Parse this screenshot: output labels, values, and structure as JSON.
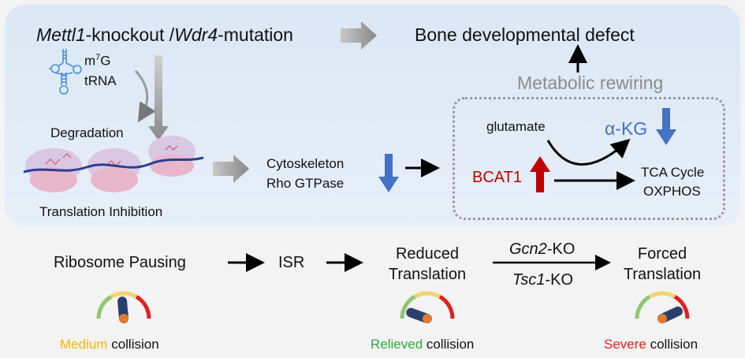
{
  "top": {
    "cause_gene1": "Mettl1",
    "cause_mid": "-knockout /",
    "cause_gene2": "Wdr4",
    "cause_end": "-mutation",
    "outcome": "Bone developmental defect",
    "trna_label_base": "m",
    "trna_label_sup": "7",
    "trna_label_rest": "G",
    "trna_label2": "tRNA",
    "degradation": "Degradation",
    "translation_inhibition": "Translation Inhibition",
    "cytoskeleton": "Cytoskeleton",
    "rho": "Rho GTPase",
    "metabolic_rewiring": "Metabolic rewiring",
    "glutamate": "glutamate",
    "akg": "α-KG",
    "bcat1": "BCAT1",
    "tca": "TCA Cycle",
    "oxphos": "OXPHOS"
  },
  "bottom": {
    "ribosome_pausing": "Ribosome Pausing",
    "isr": "ISR",
    "reduced_line1": "Reduced",
    "reduced_line2": "Translation",
    "gcn2_gene": "Gcn2",
    "gcn2_suffix": "-KO",
    "tsc1_gene": "Tsc1",
    "tsc1_suffix": "-KO",
    "forced_line1": "Forced",
    "forced_line2": "Translation",
    "gauges": [
      {
        "level_word": "Medium",
        "rest": " collision",
        "color": "#f5b800"
      },
      {
        "level_word": "Relieved",
        "rest": " collision",
        "color": "#2eaa3e"
      },
      {
        "level_word": "Severe",
        "rest": " collision",
        "color": "#e02020"
      }
    ]
  },
  "colors": {
    "blue_arrow": "#4472c4",
    "red_arrow": "#c00000",
    "akg_text": "#4472c4",
    "bcat1_text": "#c00000",
    "grey_text": "#8c8c8c"
  }
}
